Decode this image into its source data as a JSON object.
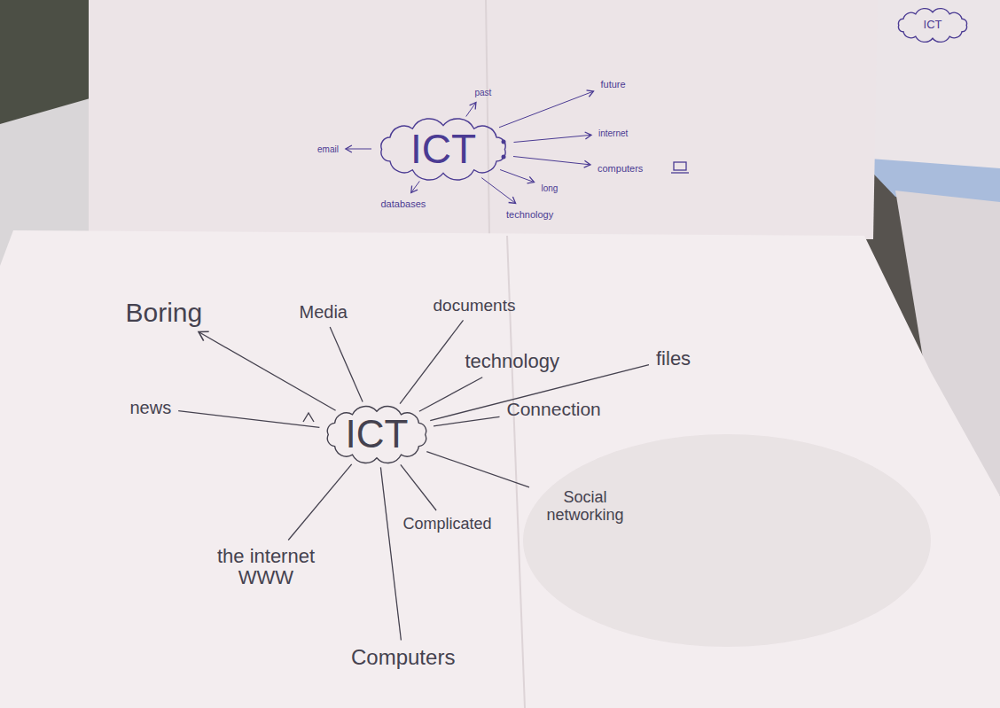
{
  "diagram": {
    "nodes": [
      {
        "text": [
          "ICT"
        ]
      },
      {
        "text": [
          "past"
        ]
      },
      {
        "text": [
          "future"
        ]
      },
      {
        "text": [
          "email"
        ]
      },
      {
        "text": [
          "internet"
        ]
      },
      {
        "text": [
          "computers"
        ]
      },
      {
        "text": [
          "databases"
        ]
      },
      {
        "text": [
          "long"
        ]
      },
      {
        "text": [
          "technology"
        ]
      },
      {
        "text": [
          "ICT"
        ]
      },
      {
        "text": [
          "ICT"
        ]
      },
      {
        "text": [
          "Boring"
        ]
      },
      {
        "text": [
          "Media"
        ]
      },
      {
        "text": [
          "documents"
        ]
      },
      {
        "text": [
          "news"
        ]
      },
      {
        "text": [
          "technology"
        ]
      },
      {
        "text": [
          "files"
        ]
      },
      {
        "text": [
          "Connection"
        ]
      },
      {
        "text": [
          "Social networking"
        ]
      },
      {
        "text": [
          "Complicated"
        ]
      },
      {
        "text": [
          "the internet WWW"
        ]
      },
      {
        "text": [
          "Computers"
        ]
      }
    ],
    "edges": [
      {
        "from": 0,
        "to": 1,
        "arrow": "to"
      },
      {
        "from": 0,
        "to": 2,
        "arrow": "to"
      },
      {
        "from": 0,
        "to": 3,
        "arrow": "to"
      },
      {
        "from": 0,
        "to": 4,
        "arrow": "to"
      },
      {
        "from": 0,
        "to": 5,
        "arrow": "to"
      },
      {
        "from": 0,
        "to": 6,
        "arrow": "to"
      },
      {
        "from": 0,
        "to": 7,
        "arrow": "to"
      },
      {
        "from": 0,
        "to": 8,
        "arrow": "to"
      },
      {
        "from": 10,
        "to": 11,
        "arrow": "to"
      },
      {
        "from": 10,
        "to": 12,
        "arrow": "none"
      },
      {
        "from": 10,
        "to": 13,
        "arrow": "none"
      },
      {
        "from": 10,
        "to": 14,
        "arrow": "none"
      },
      {
        "from": 10,
        "to": 15,
        "arrow": "none"
      },
      {
        "from": 10,
        "to": 16,
        "arrow": "none"
      },
      {
        "from": 10,
        "to": 17,
        "arrow": "none"
      },
      {
        "from": 10,
        "to": 18,
        "arrow": "none"
      },
      {
        "from": 10,
        "to": 19,
        "arrow": "none"
      },
      {
        "from": 10,
        "to": 20,
        "arrow": "none"
      },
      {
        "from": 10,
        "to": 21,
        "arrow": "none"
      }
    ]
  }
}
